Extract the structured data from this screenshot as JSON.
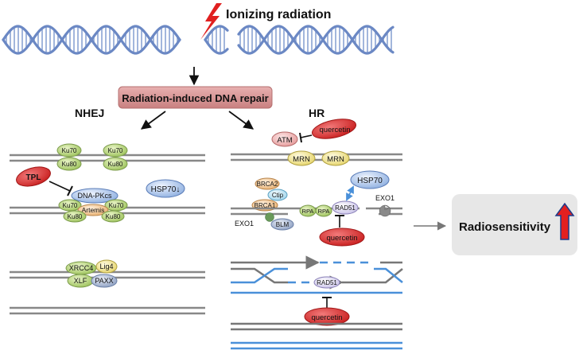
{
  "title": "Ionizing radiation",
  "repair_label": "Radiation-induced DNA repair",
  "pathways": {
    "nhej": "NHEJ",
    "hr": "HR"
  },
  "nhej": {
    "ku70_a": "Ku70",
    "ku80_a": "Ku80",
    "ku70_b": "Ku70",
    "ku80_b": "Ku80",
    "tpl": "TPL",
    "dnapkcs": "DNA-PKcs",
    "ku70_c": "Ku70",
    "ku70_d": "Ku70",
    "artemis": "Artemis",
    "ku80_c": "Ku80",
    "ku80_d": "Ku80",
    "hsp70_down": "HSP70↓",
    "xrcc4": "XRCC4",
    "lig4": "Lig4",
    "xlf": "XLF",
    "paax": "PAXX"
  },
  "hr": {
    "quercetin_1": "quercetin",
    "atm": "ATM",
    "mrn_1": "MRN",
    "mrn_2": "MRN",
    "brca2": "BRCA2",
    "ctip": "Ctip",
    "brca1": "BRCA1",
    "rpa_1": "RPA",
    "rpa_2": "RPA",
    "rad51_1": "RAD51",
    "hsp70": "HSP70",
    "exo1_a": "EXO1",
    "exo1_b": "EXO1",
    "blm": "BLM",
    "quercetin_2": "quercetin",
    "rad51_2": "RAD51",
    "quercetin_3": "quercetin"
  },
  "outcome": "Radiosensitivity",
  "colors": {
    "dna_strand": "#6b88c4",
    "dna_rung": "#8aa3d3",
    "repair_box": "#d99494",
    "quercetin": "#d62c2c",
    "grey_line": "#888888",
    "blue_line": "#4a90d9",
    "outcome_box": "#e7e7e7",
    "up_arrow": "#e32020"
  },
  "icons": {
    "radiation": "lightning-bolt-icon",
    "increase": "up-arrow-icon"
  }
}
